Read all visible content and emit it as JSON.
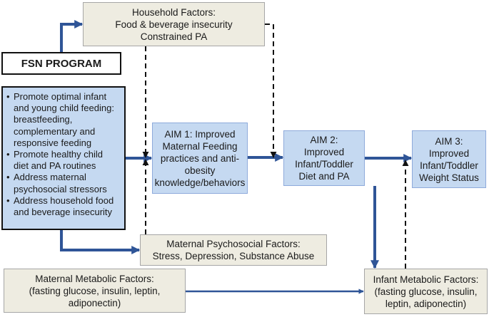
{
  "boxes": {
    "household": {
      "lines": [
        "Household Factors:",
        "Food & beverage insecurity",
        "Constrained PA"
      ]
    },
    "fsn_program": {
      "label": "FSN PROGRAM"
    },
    "program_components": {
      "bullet_glyph": "•",
      "items": [
        [
          "Promote optimal infant",
          "and young child feeding:",
          "breastfeeding,",
          "complementary and",
          "responsive feeding"
        ],
        [
          "Promote healthy child",
          "diet and PA routines"
        ],
        [
          "Address maternal",
          "psychosocial stressors"
        ],
        [
          "Address household food",
          "and beverage insecurity"
        ]
      ]
    },
    "aim1": {
      "lines": [
        "AIM 1: Improved",
        "Maternal Feeding",
        "practices and anti-",
        "obesity",
        "knowledge/behaviors"
      ]
    },
    "aim2": {
      "lines": [
        "AIM 2:",
        "Improved",
        "Infant/Toddler",
        "Diet and PA"
      ]
    },
    "aim3": {
      "lines": [
        "AIM 3:",
        "Improved",
        "Infant/Toddler",
        "Weight Status"
      ]
    },
    "maternal_psychosocial": {
      "lines": [
        "Maternal Psychosocial Factors:",
        "Stress, Depression, Substance Abuse"
      ]
    },
    "maternal_metabolic": {
      "lines": [
        "Maternal Metabolic Factors:",
        "(fasting glucose, insulin, leptin,",
        "adiponectin)"
      ]
    },
    "infant_metabolic": {
      "lines": [
        "Infant Metabolic Factors:",
        "(fasting glucose, insulin,",
        "leptin, adiponectin)"
      ]
    }
  },
  "colors": {
    "arrow_solid": "#2f5597",
    "arrow_dashed": "#111111",
    "box_blue": "#c5d9f1",
    "box_beige": "#eeece1"
  }
}
